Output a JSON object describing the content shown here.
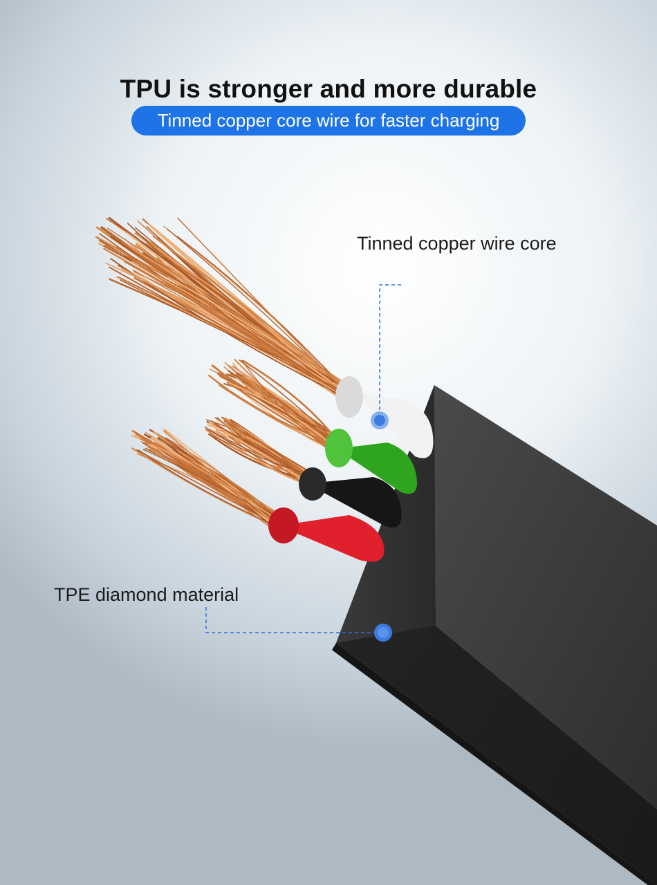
{
  "header": {
    "title": "TPU is stronger and more durable",
    "subtitle": "Tinned copper core wire for faster charging"
  },
  "callouts": {
    "wire_core": "Tinned copper wire core",
    "jacket": "TPE diamond material"
  },
  "colors": {
    "accent": "#1e74e6",
    "copper": "#c5763f",
    "jacket": "#2b2b2b",
    "wire_white": "#f2f2f2",
    "wire_green": "#2fa51f",
    "wire_black": "#161616",
    "wire_red": "#e0202c"
  },
  "wires": [
    {
      "name": "white-wire",
      "color": "#f2f2f2"
    },
    {
      "name": "green-wire",
      "color": "#2fa51f"
    },
    {
      "name": "black-wire",
      "color": "#161616"
    },
    {
      "name": "red-wire",
      "color": "#e0202c"
    }
  ]
}
